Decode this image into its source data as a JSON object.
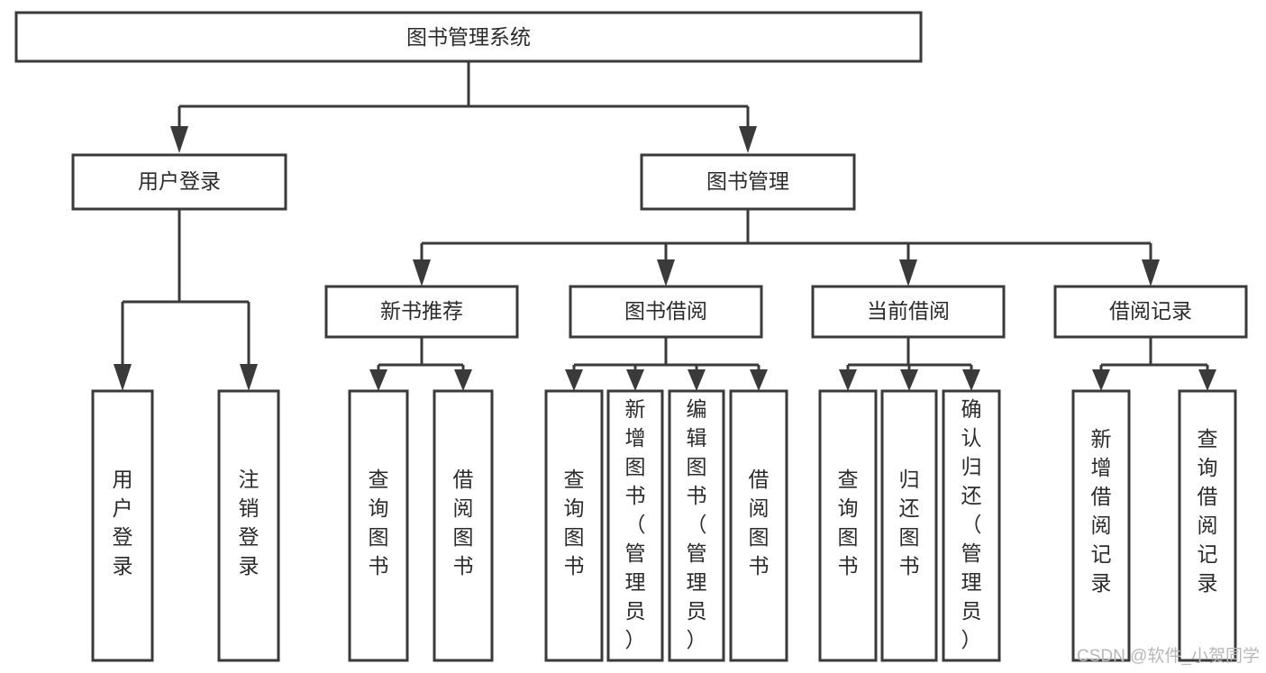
{
  "diagram": {
    "title": "图书管理系统",
    "type": "tree",
    "orientation": "top-down",
    "colors": {
      "box_fill": "#ffffff",
      "box_stroke": "#3a3a3a",
      "connector": "#3a3a3a",
      "text": "#2b2b2b",
      "background": "#ffffff",
      "watermark": "#b8b8b8"
    },
    "levels": {
      "root": {
        "label": "图书管理系统"
      },
      "level2": [
        {
          "label": "用户登录"
        },
        {
          "label": "图书管理"
        }
      ],
      "level3": [
        {
          "label": "新书推荐"
        },
        {
          "label": "图书借阅"
        },
        {
          "label": "当前借阅"
        },
        {
          "label": "借阅记录"
        }
      ],
      "leaves": [
        {
          "label": "用户登录",
          "parent": "用户登录"
        },
        {
          "label": "注销登录",
          "parent": "用户登录"
        },
        {
          "label": "查询图书",
          "parent": "新书推荐"
        },
        {
          "label": "借阅图书",
          "parent": "新书推荐"
        },
        {
          "label": "查询图书",
          "parent": "图书借阅"
        },
        {
          "label": "新增图书（管理员）",
          "parent": "图书借阅"
        },
        {
          "label": "编辑图书（管理员）",
          "parent": "图书借阅"
        },
        {
          "label": "借阅图书",
          "parent": "图书借阅"
        },
        {
          "label": "查询图书",
          "parent": "当前借阅"
        },
        {
          "label": "归还图书",
          "parent": "当前借阅"
        },
        {
          "label": "确认归还（管理员）",
          "parent": "当前借阅"
        },
        {
          "label": "新增借阅记录",
          "parent": "借阅记录"
        },
        {
          "label": "查询借阅记录",
          "parent": "借阅记录"
        }
      ]
    }
  },
  "watermark": {
    "text": "CSDN @软件_小贺同学"
  }
}
